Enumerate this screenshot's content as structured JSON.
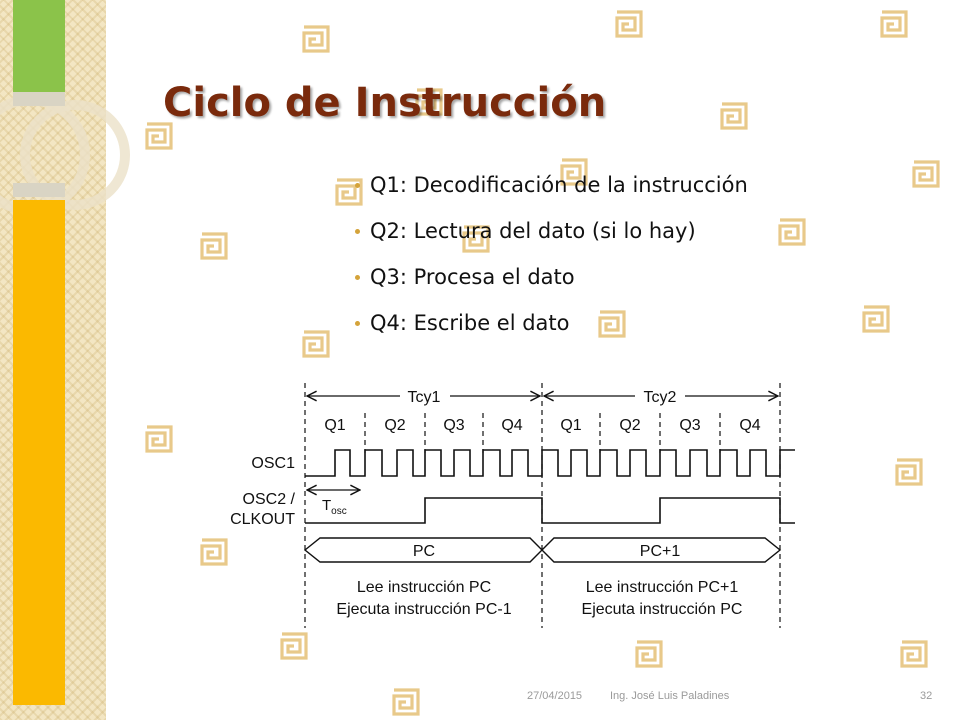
{
  "slide": {
    "title": "Ciclo de Instrucción",
    "bullets": [
      {
        "label": "Q1: Decodificación de la instrucción"
      },
      {
        "label": "Q2: Lectura del dato (si lo hay)"
      },
      {
        "label": "Q3: Procesa el dato"
      },
      {
        "label": "Q4: Escribe el dato"
      }
    ]
  },
  "diagram": {
    "cycles": [
      "Tcy1",
      "Tcy2"
    ],
    "phases": [
      "Q1",
      "Q2",
      "Q3",
      "Q4",
      "Q1",
      "Q2",
      "Q3",
      "Q4"
    ],
    "signals": {
      "osc1": "OSC1",
      "osc2_line1": "OSC2 /",
      "osc2_line2": "CLKOUT",
      "tosc_main": "T",
      "tosc_sub": "osc"
    },
    "bus": [
      "PC",
      "PC+1"
    ],
    "notes": [
      {
        "line1": "Lee instrucción PC",
        "line2": "Ejecuta instrucción PC-1"
      },
      {
        "line1": "Lee instrucción PC+1",
        "line2": "Ejecuta instrucción PC"
      }
    ]
  },
  "footer": {
    "date": "27/04/2015",
    "author": "Ing. José Luis Paladines",
    "page": "32"
  },
  "colors": {
    "title": "#7a2a0c",
    "bullet": "#d4a33a",
    "sidebar_green": "#8bc34a",
    "sidebar_orange": "#fbb900",
    "greek_key": "#e8c98a"
  }
}
